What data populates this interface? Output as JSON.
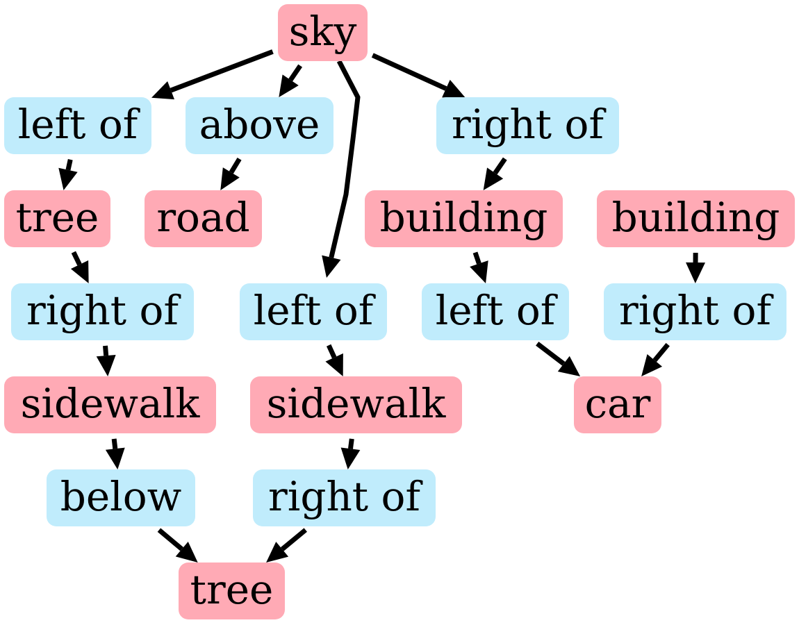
{
  "colors": {
    "object": "#ffaab5",
    "relation": "#c0ecfc",
    "edge": "#000000"
  },
  "nodes": {
    "sky": {
      "label": "sky",
      "kind": "object"
    },
    "left_of_1": {
      "label": "left of",
      "kind": "relation"
    },
    "above": {
      "label": "above",
      "kind": "relation"
    },
    "right_of_1": {
      "label": "right of",
      "kind": "relation"
    },
    "tree_1": {
      "label": "tree",
      "kind": "object"
    },
    "road": {
      "label": "road",
      "kind": "object"
    },
    "building_1": {
      "label": "building",
      "kind": "object"
    },
    "building_2": {
      "label": "building",
      "kind": "object"
    },
    "right_of_2": {
      "label": "right of",
      "kind": "relation"
    },
    "left_of_2": {
      "label": "left of",
      "kind": "relation"
    },
    "left_of_3": {
      "label": "left of",
      "kind": "relation"
    },
    "right_of_3": {
      "label": "right of",
      "kind": "relation"
    },
    "sidewalk_1": {
      "label": "sidewalk",
      "kind": "object"
    },
    "sidewalk_2": {
      "label": "sidewalk",
      "kind": "object"
    },
    "car": {
      "label": "car",
      "kind": "object"
    },
    "below": {
      "label": "below",
      "kind": "relation"
    },
    "right_of_4": {
      "label": "right of",
      "kind": "relation"
    },
    "tree_2": {
      "label": "tree",
      "kind": "object"
    }
  },
  "edges": [
    {
      "from": "sky",
      "to": "left_of_1"
    },
    {
      "from": "sky",
      "to": "above"
    },
    {
      "from": "sky",
      "to": "left_of_2"
    },
    {
      "from": "sky",
      "to": "right_of_1"
    },
    {
      "from": "left_of_1",
      "to": "tree_1"
    },
    {
      "from": "above",
      "to": "road"
    },
    {
      "from": "right_of_1",
      "to": "building_1"
    },
    {
      "from": "tree_1",
      "to": "right_of_2"
    },
    {
      "from": "building_1",
      "to": "left_of_3"
    },
    {
      "from": "building_2",
      "to": "right_of_3"
    },
    {
      "from": "right_of_2",
      "to": "sidewalk_1"
    },
    {
      "from": "left_of_2",
      "to": "sidewalk_2"
    },
    {
      "from": "left_of_3",
      "to": "car"
    },
    {
      "from": "right_of_3",
      "to": "car"
    },
    {
      "from": "sidewalk_1",
      "to": "below"
    },
    {
      "from": "sidewalk_2",
      "to": "right_of_4"
    },
    {
      "from": "below",
      "to": "tree_2"
    },
    {
      "from": "right_of_4",
      "to": "tree_2"
    }
  ]
}
